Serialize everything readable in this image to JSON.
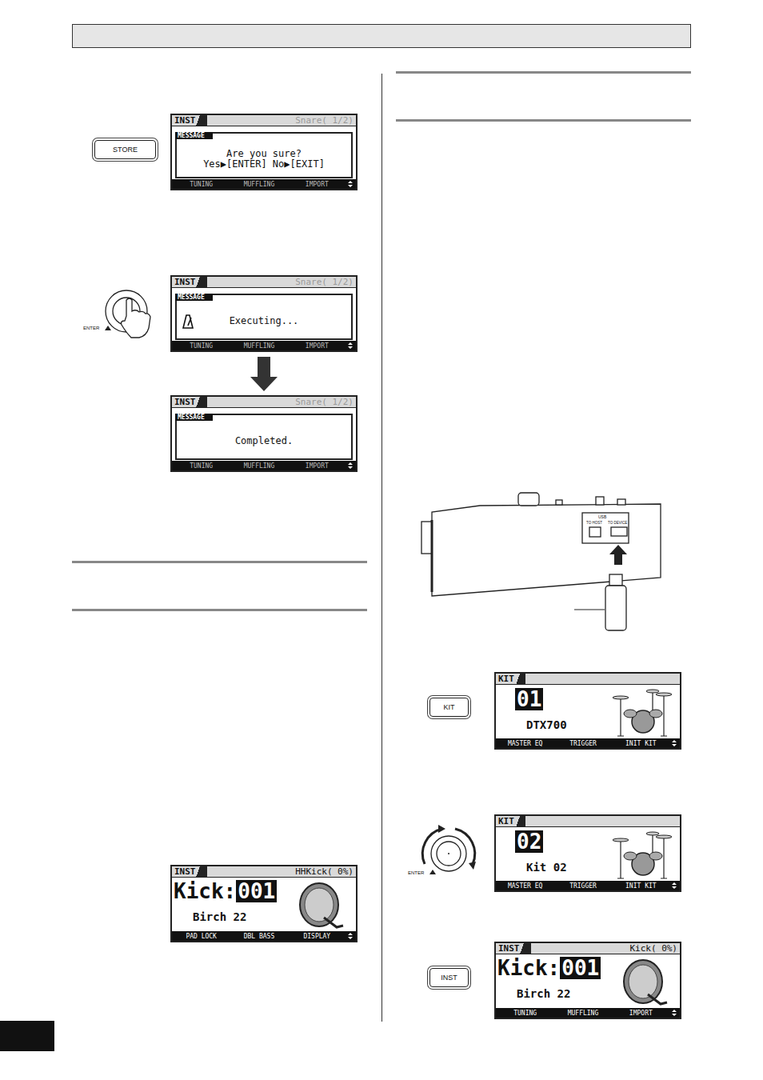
{
  "diagram": {
    "nodes": [
      {
        "text": [
          "STORE"
        ]
      },
      {
        "text": [
          "INST",
          "Snare( 1/2)",
          "MESSAGE",
          "Are you sure?",
          "Yes▶[ENTER] No▶[EXIT]",
          "TUNING",
          "MUFFLING",
          "IMPORT"
        ]
      },
      {
        "text": [
          "INST",
          "Snare( 1/2)",
          "MESSAGE",
          "Executing...",
          "TUNING",
          "MUFFLING",
          "IMPORT"
        ]
      },
      {
        "text": [
          "INST",
          "Snare( 1/2)",
          "MESSAGE",
          "Completed.",
          "TUNING",
          "MUFFLING",
          "IMPORT"
        ]
      },
      {
        "text": [
          "INST",
          "HHKick( 0%)",
          "Kick:",
          "001",
          "Birch 22",
          "PAD LOCK",
          "DBL BASS",
          "DISPLAY"
        ]
      },
      {
        "text": [
          "KIT"
        ]
      },
      {
        "text": [
          "KIT",
          "01",
          "DTX700",
          "MASTER EQ",
          "TRIGGER",
          "INIT KIT"
        ]
      },
      {
        "text": [
          "KIT",
          "02",
          "Kit 02",
          "MASTER EQ",
          "TRIGGER",
          "INIT KIT"
        ]
      },
      {
        "text": [
          "INST"
        ]
      },
      {
        "text": [
          "INST",
          "Kick( 0%)",
          "Kick:",
          "001",
          "Birch 22",
          "TUNING",
          "MUFFLING",
          "IMPORT"
        ]
      }
    ],
    "edges": [
      {
        "from": 2,
        "to": 3,
        "arrow": "to"
      }
    ],
    "labels": [
      "ENTER",
      "ENTER",
      "USB",
      "TO HOST",
      "TO DEVICE"
    ]
  }
}
